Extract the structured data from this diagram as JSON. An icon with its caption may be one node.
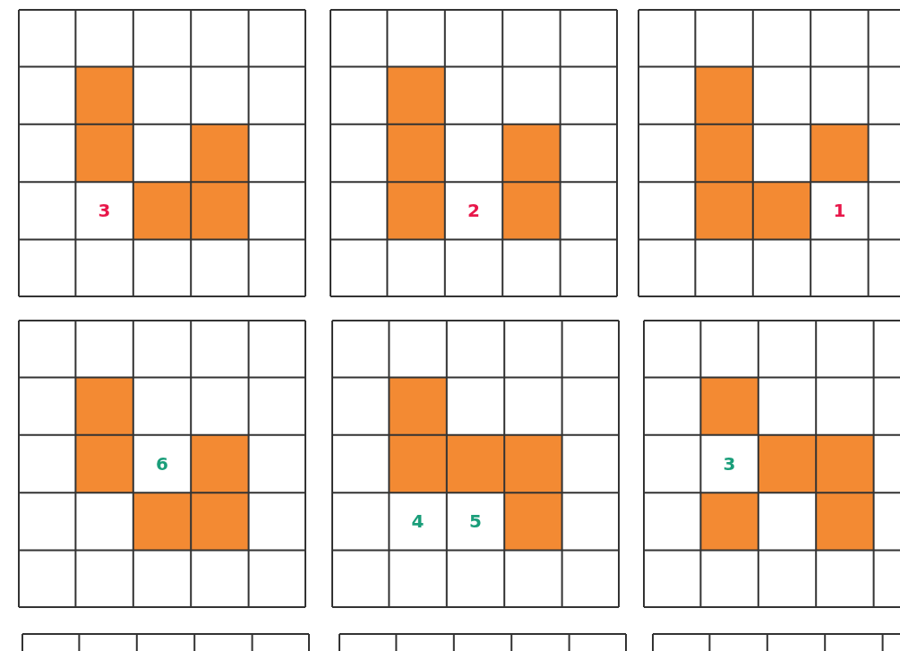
{
  "diagram": {
    "labels": [
      "3",
      "2",
      "1",
      "6",
      "4",
      "5",
      "3"
    ]
  }
}
